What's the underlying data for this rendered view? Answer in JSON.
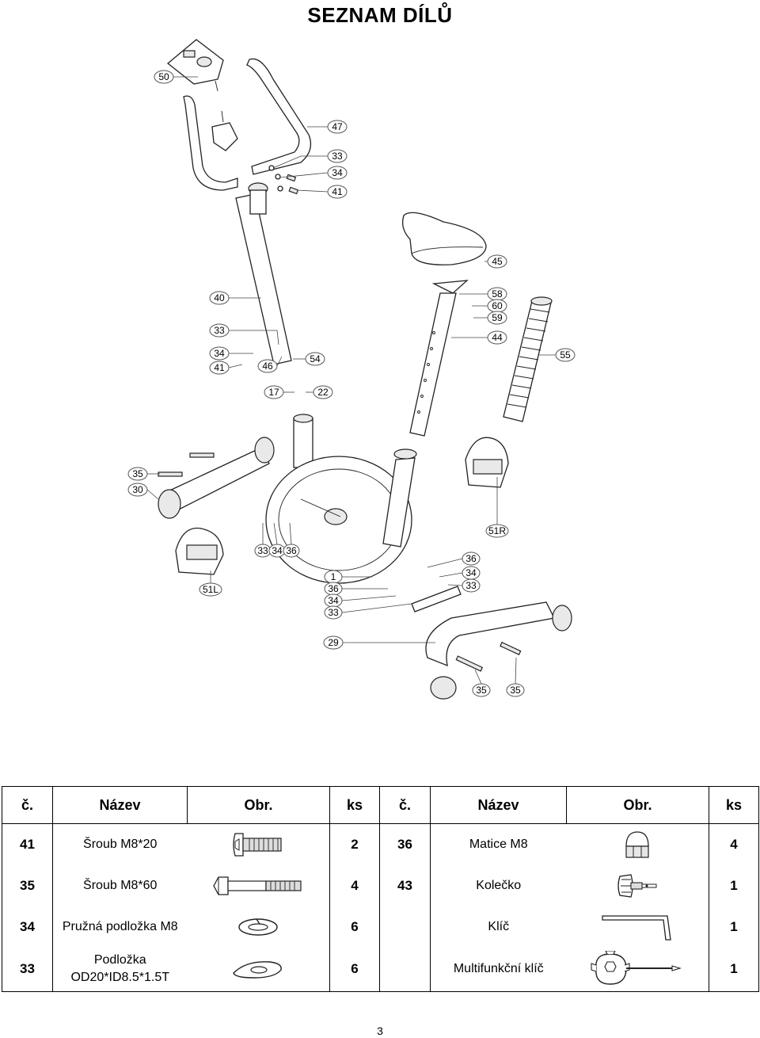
{
  "title": "SEZNAM DÍLŮ",
  "page_number": "3",
  "callouts": {
    "c50": "50",
    "c47": "47",
    "c33a": "33",
    "c34a": "34",
    "c41a": "41",
    "c45": "45",
    "c40": "40",
    "c33b": "33",
    "c34b": "34",
    "c41b": "41",
    "c46": "46",
    "c54": "54",
    "c58": "58",
    "c60": "60",
    "c59": "59",
    "c44": "44",
    "c55": "55",
    "c17": "17",
    "c22": "22",
    "c35a": "35",
    "c30": "30",
    "c51R": "51R",
    "c33c": "33",
    "c34c": "34",
    "c36a": "36",
    "c51L": "51L",
    "c1": "1",
    "c36b": "36",
    "c34d": "34",
    "c33d": "33",
    "c36c": "36",
    "c34e": "34",
    "c33e": "33",
    "c29": "29",
    "c35b": "35",
    "c35c": "35"
  },
  "table": {
    "headers": [
      "č.",
      "Název",
      "Obr.",
      "ks",
      "č.",
      "Název",
      "Obr.",
      "ks"
    ],
    "rows": [
      {
        "left": {
          "no": "41",
          "name": "Šroub M8*20",
          "icon": "button-head-bolt-icon",
          "qty": "2"
        },
        "right": {
          "no": "36",
          "name": "Matice M8",
          "icon": "cap-nut-icon",
          "qty": "4"
        }
      },
      {
        "left": {
          "no": "35",
          "name": "Šroub M8*60",
          "icon": "hex-bolt-icon",
          "qty": "4"
        },
        "right": {
          "no": "43",
          "name": "Kolečko",
          "icon": "knob-icon",
          "qty": "1"
        }
      },
      {
        "left": {
          "no": "34",
          "name": "Pružná podložka M8",
          "icon": "spring-washer-icon",
          "qty": "6"
        },
        "right": {
          "no": "",
          "name": "Klíč",
          "icon": "allen-key-icon",
          "qty": "1"
        }
      },
      {
        "left": {
          "no": "33",
          "name_line1": "Podložka",
          "name_line2": "OD20*ID8.5*1.5T",
          "icon": "flat-washer-icon",
          "qty": "6"
        },
        "right": {
          "no": "",
          "name": "Multifunkční klíč",
          "icon": "multi-wrench-icon",
          "qty": "1"
        }
      }
    ]
  }
}
